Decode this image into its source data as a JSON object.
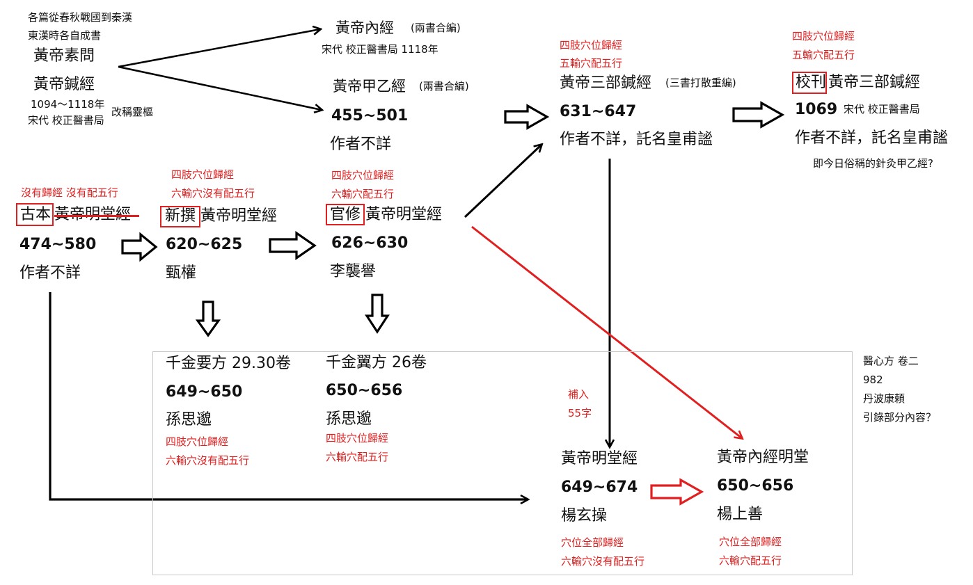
{
  "top_left": {
    "origin_line1": "各篇從春秋戰國到秦漢",
    "origin_line2": "東漢時各自成書",
    "suwen": "黃帝素問",
    "zhenjing": "黃帝鍼經",
    "zhenjing_years": "1094～1118年",
    "zhenjing_bureau": "宋代 校正醫書局",
    "renamed": "改稱靈樞"
  },
  "neijing": {
    "title": "黃帝內經",
    "note": "(兩書合編)",
    "sub": "宋代 校正醫書局 1118年"
  },
  "jiayi": {
    "title": "黃帝甲乙經",
    "note": "(兩書合編)",
    "years": "455~501",
    "author": "作者不詳"
  },
  "sanbu": {
    "note1": "四肢穴位歸經",
    "note2": "五輸穴配五行",
    "title": "黃帝三部鍼經",
    "sub": "(三書打散重編)",
    "years": "631~647",
    "author": "作者不詳，託名皇甫謐"
  },
  "jiaokan": {
    "note1": "四肢穴位歸經",
    "note2": "五輸穴配五行",
    "box_text": "校刊",
    "title": "黃帝三部鍼經",
    "year": "1069",
    "bureau": "宋代 校正醫書局",
    "author": "作者不詳，託名皇甫謐",
    "question": "即今日俗稱的針灸甲乙經?"
  },
  "guben": {
    "note": "沒有歸經 沒有配五行",
    "box_text": "古本",
    "title": "黃帝明堂經",
    "years": "474~580",
    "author": "作者不詳"
  },
  "xinzhuan": {
    "note1": "四肢穴位歸經",
    "note2": "六輸穴沒有配五行",
    "box_text": "新撰",
    "title": "黃帝明堂經",
    "years": "620~625",
    "author": "甄權"
  },
  "guanxiu": {
    "note1": "四肢穴位歸經",
    "note2": "六輸穴配五行",
    "box_text": "官修",
    "title": "黃帝明堂經",
    "years": "626~630",
    "author": "李襲譽"
  },
  "qianjin_yao": {
    "title": "千金要方 29.30卷",
    "years": "649~650",
    "author": "孫思邈",
    "note1": "四肢穴位歸經",
    "note2": "六輸穴沒有配五行"
  },
  "qianjin_yi": {
    "title": "千金翼方 26卷",
    "years": "650~656",
    "author": "孫思邈",
    "note1": "四肢穴位歸經",
    "note2": "六輸穴配五行"
  },
  "buru": {
    "line1": "補入",
    "line2": "55字"
  },
  "mingtang_yang": {
    "title": "黃帝明堂經",
    "years": "649~674",
    "author": "楊玄操",
    "note1": "穴位全部歸經",
    "note2": "六輸穴沒有配五行"
  },
  "neijing_mingtang": {
    "title": "黃帝內經明堂",
    "years": "650~656",
    "author": "楊上善",
    "note1": "穴位全部歸經",
    "note2": "六輸穴配五行"
  },
  "ishinpo": {
    "title": "醫心方 卷二",
    "year": "982",
    "author": "丹波康頼",
    "question": "引錄部分內容？"
  },
  "colors": {
    "annotation_red": "#e02020",
    "text_black": "#111111",
    "frame_gray": "#c8c8c8"
  }
}
